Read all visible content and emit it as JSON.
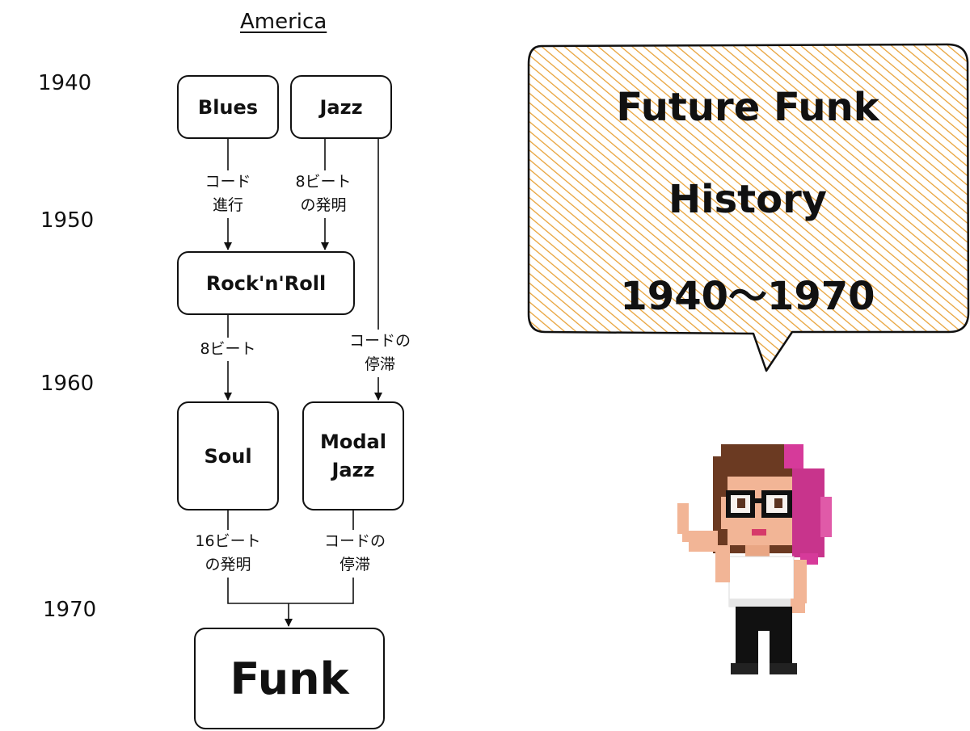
{
  "diagram": {
    "region_title": "America",
    "years": [
      {
        "label": "1940"
      },
      {
        "label": "1950"
      },
      {
        "label": "1960"
      },
      {
        "label": "1970"
      }
    ],
    "nodes": {
      "blues": "Blues",
      "jazz": "Jazz",
      "rocknroll": "Rock'n'Roll",
      "soul": "Soul",
      "modal_jazz": "Modal\nJazz",
      "funk": "Funk"
    },
    "edges": {
      "blues_to_rock": "コード\n進行",
      "jazz_to_rock": "8ビート\nの発明",
      "rock_to_soul": "8ビート",
      "jazz_to_modal": "コードの\n停滞",
      "soul_to_funk": "16ビート\nの発明",
      "modal_to_funk": "コードの\n停滞"
    }
  },
  "speech_bubble": {
    "line1": "Future Funk",
    "line2": "History",
    "line3": "1940〜1970",
    "hatch_color": "#e8a33a"
  },
  "character": {
    "icon": "pixel-girl-with-glasses-icon",
    "hair_color": "#6b3a22",
    "hair_highlight": "#d63a9a",
    "skin_color": "#f2b596"
  }
}
